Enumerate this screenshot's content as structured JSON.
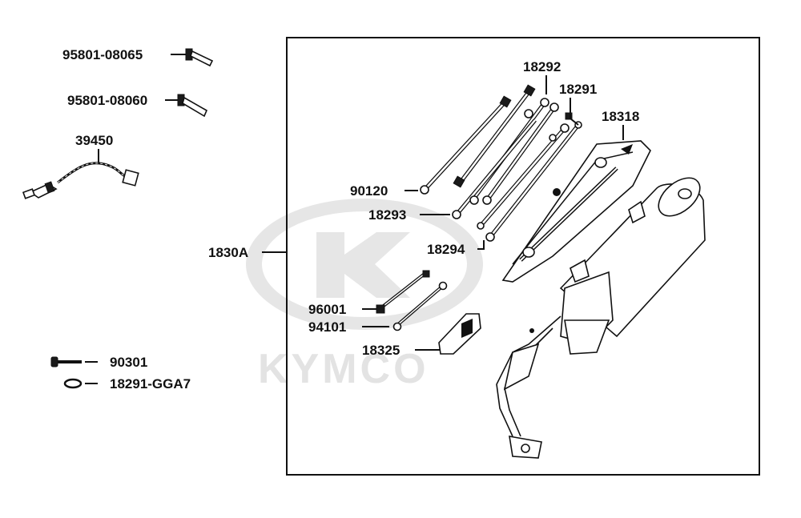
{
  "watermark": {
    "brand": "KYMCO"
  },
  "colors": {
    "line": "#111111",
    "watermark": "#e3e3e3",
    "background": "#ffffff"
  },
  "labels": {
    "p95801_08065": "95801-08065",
    "p95801_08060": "95801-08060",
    "p39450": "39450",
    "p1830A": "1830A",
    "p90301": "90301",
    "p18291_GGA7": "18291-GGA7",
    "p18292": "18292",
    "p18291": "18291",
    "p18318": "18318",
    "p90120": "90120",
    "p18293": "18293",
    "p18294": "18294",
    "p96001": "96001",
    "p94101": "94101",
    "p18325": "18325"
  }
}
